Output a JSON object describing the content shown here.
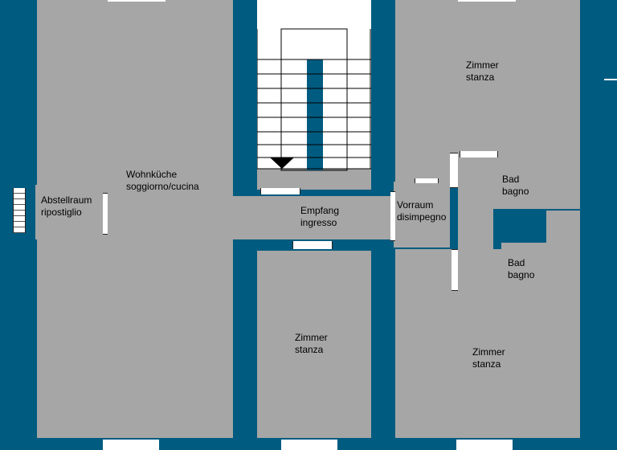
{
  "floor_plan": {
    "rooms": [
      {
        "id": "wohnkueche",
        "line1": "Wohnküche",
        "line2": "soggiorno/cucina"
      },
      {
        "id": "abstellraum",
        "line1": "Abstellraum",
        "line2": "ripostiglio"
      },
      {
        "id": "empfang",
        "line1": "Empfang",
        "line2": "ingresso"
      },
      {
        "id": "vorraum",
        "line1": "Vorraum",
        "line2": "disimpegno"
      },
      {
        "id": "zimmer_nord",
        "line1": "Zimmer",
        "line2": "stanza"
      },
      {
        "id": "bad_oben",
        "line1": "Bad",
        "line2": "bagno"
      },
      {
        "id": "bad_unten",
        "line1": "Bad",
        "line2": "bagno"
      },
      {
        "id": "zimmer_mitte",
        "line1": "Zimmer",
        "line2": "stanza"
      },
      {
        "id": "zimmer_sued",
        "line1": "Zimmer",
        "line2": "stanza"
      }
    ],
    "colors": {
      "walls": "#005b80",
      "floor": "#a6a6a6",
      "openings": "#ffffff"
    }
  }
}
